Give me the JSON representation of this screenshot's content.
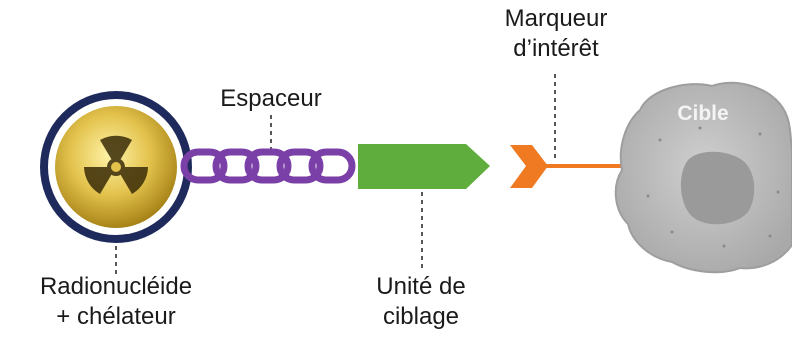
{
  "labels": {
    "radionuclide_line1": "Radionucléide",
    "radionuclide_line2": "+ chélateur",
    "spacer": "Espaceur",
    "targeting_unit_line1": "Unité de",
    "targeting_unit_line2": "ciblage",
    "marker_line1": "Marqueur",
    "marker_line2": "d’intérêt",
    "target": "Cible"
  },
  "icons": {
    "radioactive": "radiation-trefoil-icon",
    "chain": "chain-link-icon",
    "arrow": "arrow-block-icon",
    "chevron": "chevron-marker-icon",
    "cell": "cell-blob-icon"
  },
  "colors": {
    "ring_dark": "#1f2a5c",
    "gold": "#d9b93a",
    "chain_purple": "#7b3fa8",
    "unit_green": "#5fae3d",
    "marker_orange": "#f07a22",
    "cell_gray": "#bfbfbf",
    "nucleus_gray": "#9a9a9a"
  }
}
